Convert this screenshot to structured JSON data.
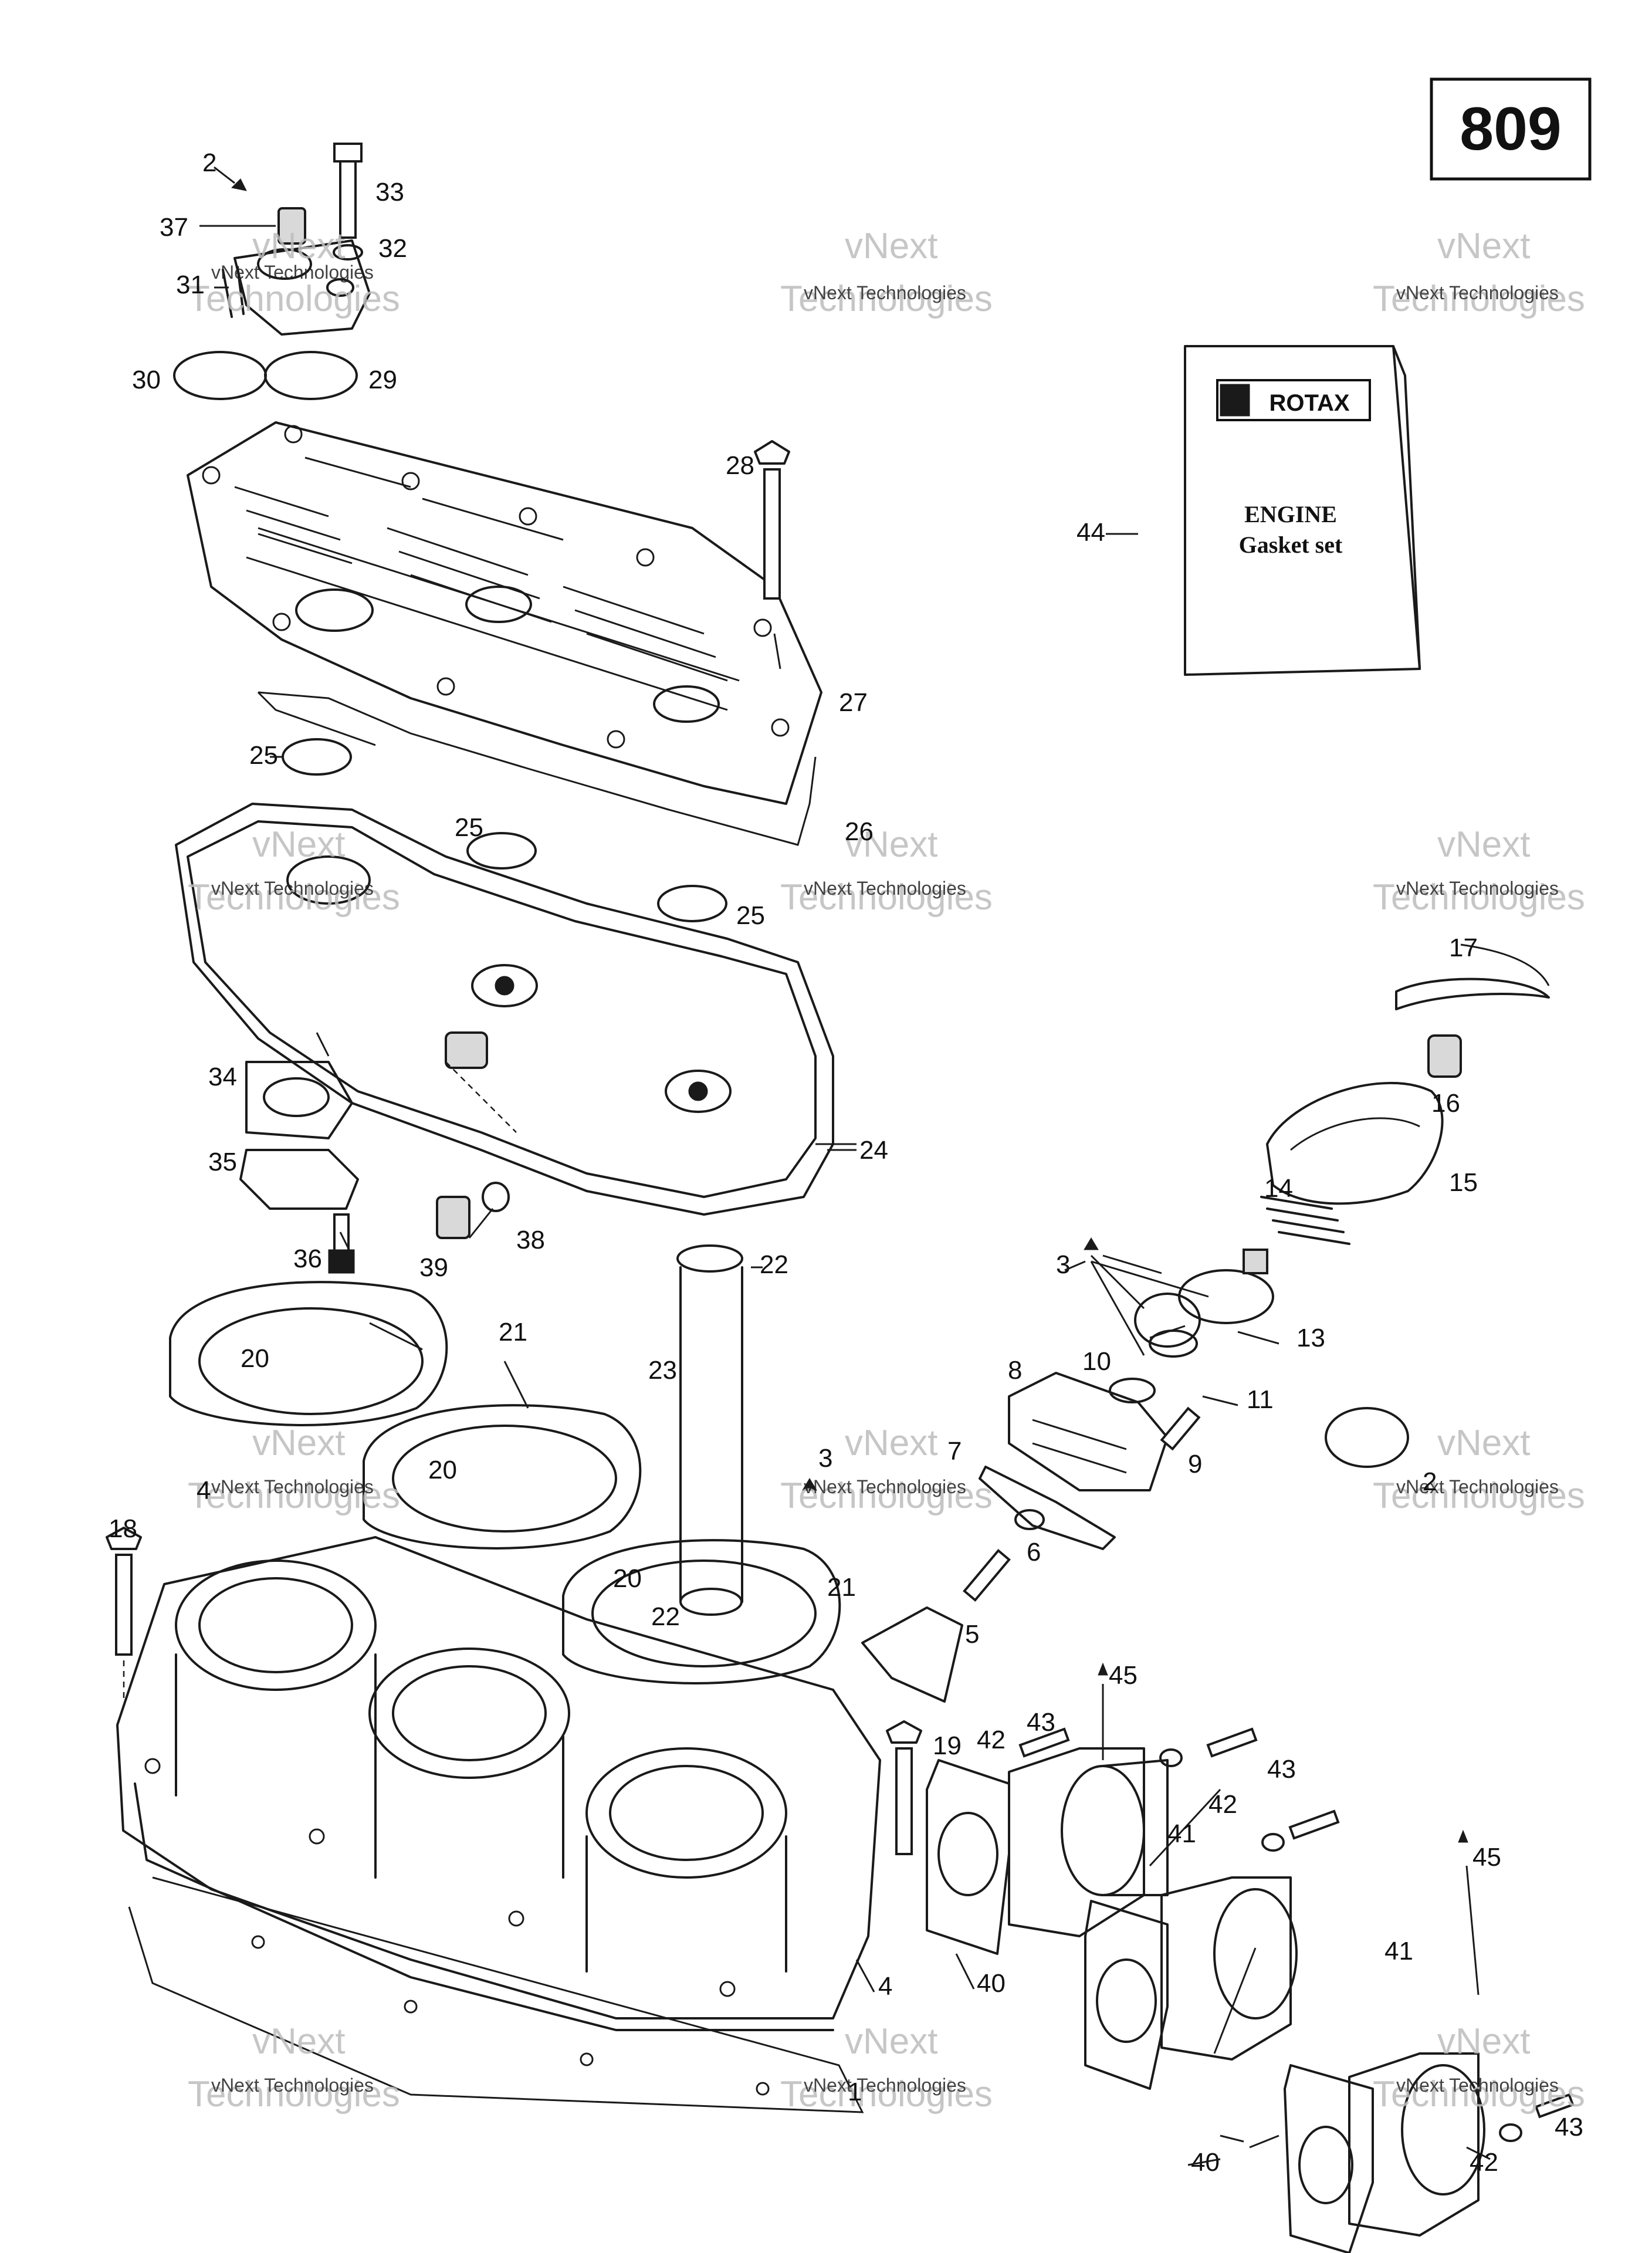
{
  "diagram_number": "809",
  "gasket_box": {
    "brand": "ROTAX",
    "title_line1": "ENGINE",
    "title_line2": "Gasket set"
  },
  "watermark": {
    "small_text": "vNext Technologies",
    "big_line1": "vNext",
    "big_line2": "Technologies"
  },
  "callouts": {
    "n1": "1",
    "n2": "2",
    "n2b": "2",
    "n3": "3",
    "n3b": "3",
    "n4": "4",
    "n4b": "4",
    "n5": "5",
    "n6": "6",
    "n7": "7",
    "n8": "8",
    "n9": "9",
    "n10": "10",
    "n11": "11",
    "n13": "13",
    "n14": "14",
    "n15": "15",
    "n16": "16",
    "n17": "17",
    "n18": "18",
    "n19": "19",
    "n20a": "20",
    "n20b": "20",
    "n20c": "20",
    "n21a": "21",
    "n21b": "21",
    "n22a": "22",
    "n22b": "22",
    "n23": "23",
    "n24": "24",
    "n25a": "25",
    "n25b": "25",
    "n25c": "25",
    "n26": "26",
    "n27": "27",
    "n28": "28",
    "n29": "29",
    "n30": "30",
    "n31": "31",
    "n32": "32",
    "n33": "33",
    "n34": "34",
    "n35": "35",
    "n36": "36",
    "n37": "37",
    "n38": "38",
    "n39": "39",
    "n40a": "40",
    "n40b": "40",
    "n41a": "41",
    "n41b": "41",
    "n42a": "42",
    "n42b": "42",
    "n42c": "42",
    "n43a": "43",
    "n43b": "43",
    "n43c": "43",
    "n44": "44",
    "n45a": "45",
    "n45b": "45"
  }
}
